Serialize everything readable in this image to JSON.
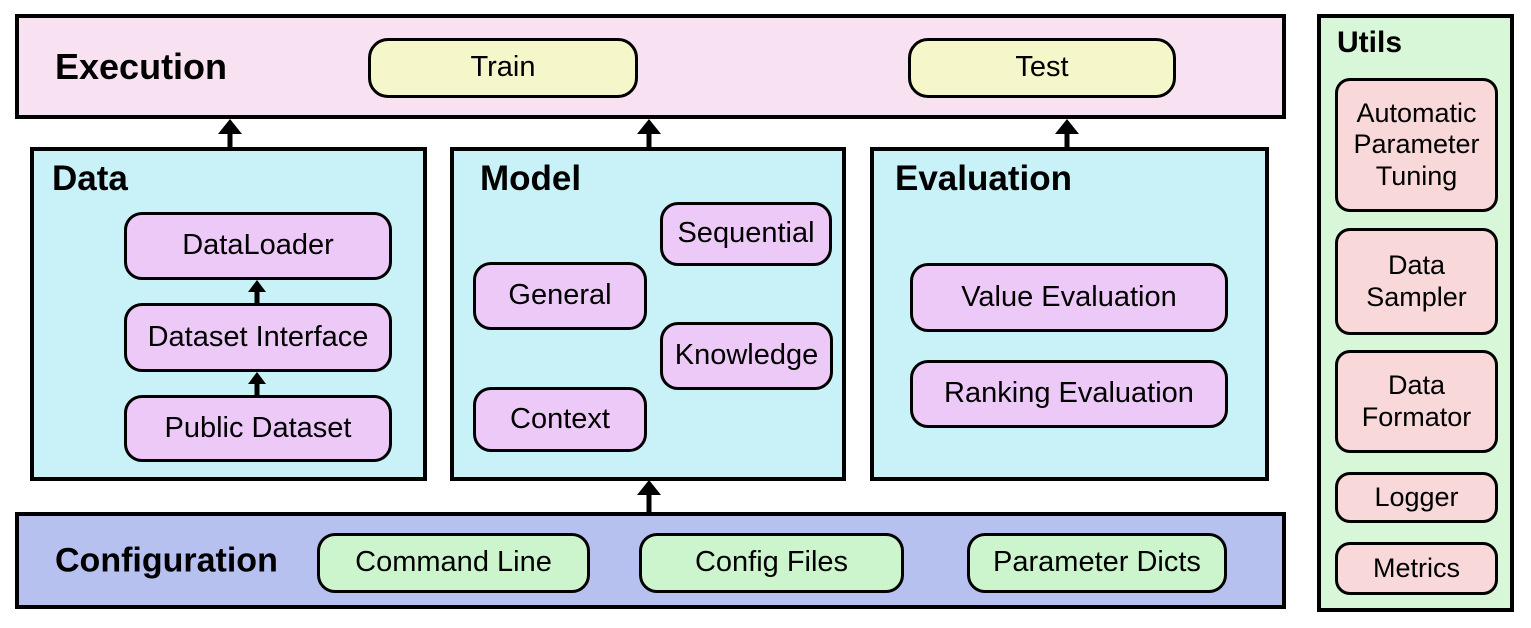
{
  "colors": {
    "execution_bg": "#f8e2f1",
    "stage_bg": "#c9f1f8",
    "module_bg": "#edc9f8",
    "action_bg": "#f5f6ca",
    "config_bg": "#b7c1f0",
    "config_item_bg": "#ccf4cd",
    "utils_bg": "#d8f6d8",
    "utils_item_bg": "#f8d8d8",
    "border": "#000000"
  },
  "execution": {
    "title": "Execution",
    "buttons": [
      "Train",
      "Test"
    ]
  },
  "data": {
    "title": "Data",
    "items": [
      "DataLoader",
      "Dataset Interface",
      "Public Dataset"
    ]
  },
  "model": {
    "title": "Model",
    "items": [
      "Sequential",
      "General",
      "Knowledge",
      "Context"
    ]
  },
  "evaluation": {
    "title": "Evaluation",
    "items": [
      "Value Evaluation",
      "Ranking Evaluation"
    ]
  },
  "configuration": {
    "title": "Configuration",
    "items": [
      "Command Line",
      "Config Files",
      "Parameter Dicts"
    ]
  },
  "utils": {
    "title": "Utils",
    "items": [
      "Automatic Parameter Tuning",
      "Data Sampler",
      "Data Formator",
      "Logger",
      "Metrics"
    ]
  }
}
